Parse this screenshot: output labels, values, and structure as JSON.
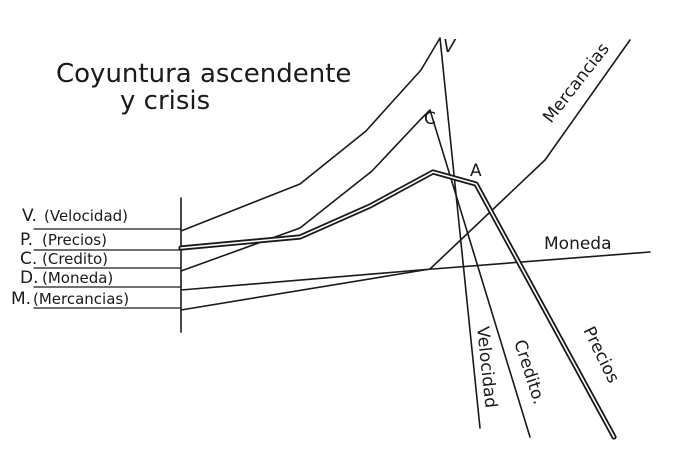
{
  "title": {
    "line1": "Coyuntura ascendente",
    "line2": "y crisis"
  },
  "legend": [
    {
      "key": "V.",
      "label": "(Velocidad)"
    },
    {
      "key": "P.",
      "label": "(Precios)"
    },
    {
      "key": "C.",
      "label": "(Credito)"
    },
    {
      "key": "D.",
      "label": "(Moneda)"
    },
    {
      "key": "M.",
      "label": "(Mercancias)"
    }
  ],
  "peak_markers": {
    "velocidad": "V",
    "credito": "C",
    "precios": "A"
  },
  "curve_labels": {
    "mercancias": "Mercancias",
    "moneda": "Moneda",
    "velocidad": "Velocidad",
    "credito": "Credito.",
    "precios": "Precios"
  },
  "colors": {
    "ink": "#1a1a1a",
    "paper": "#ffffff"
  }
}
